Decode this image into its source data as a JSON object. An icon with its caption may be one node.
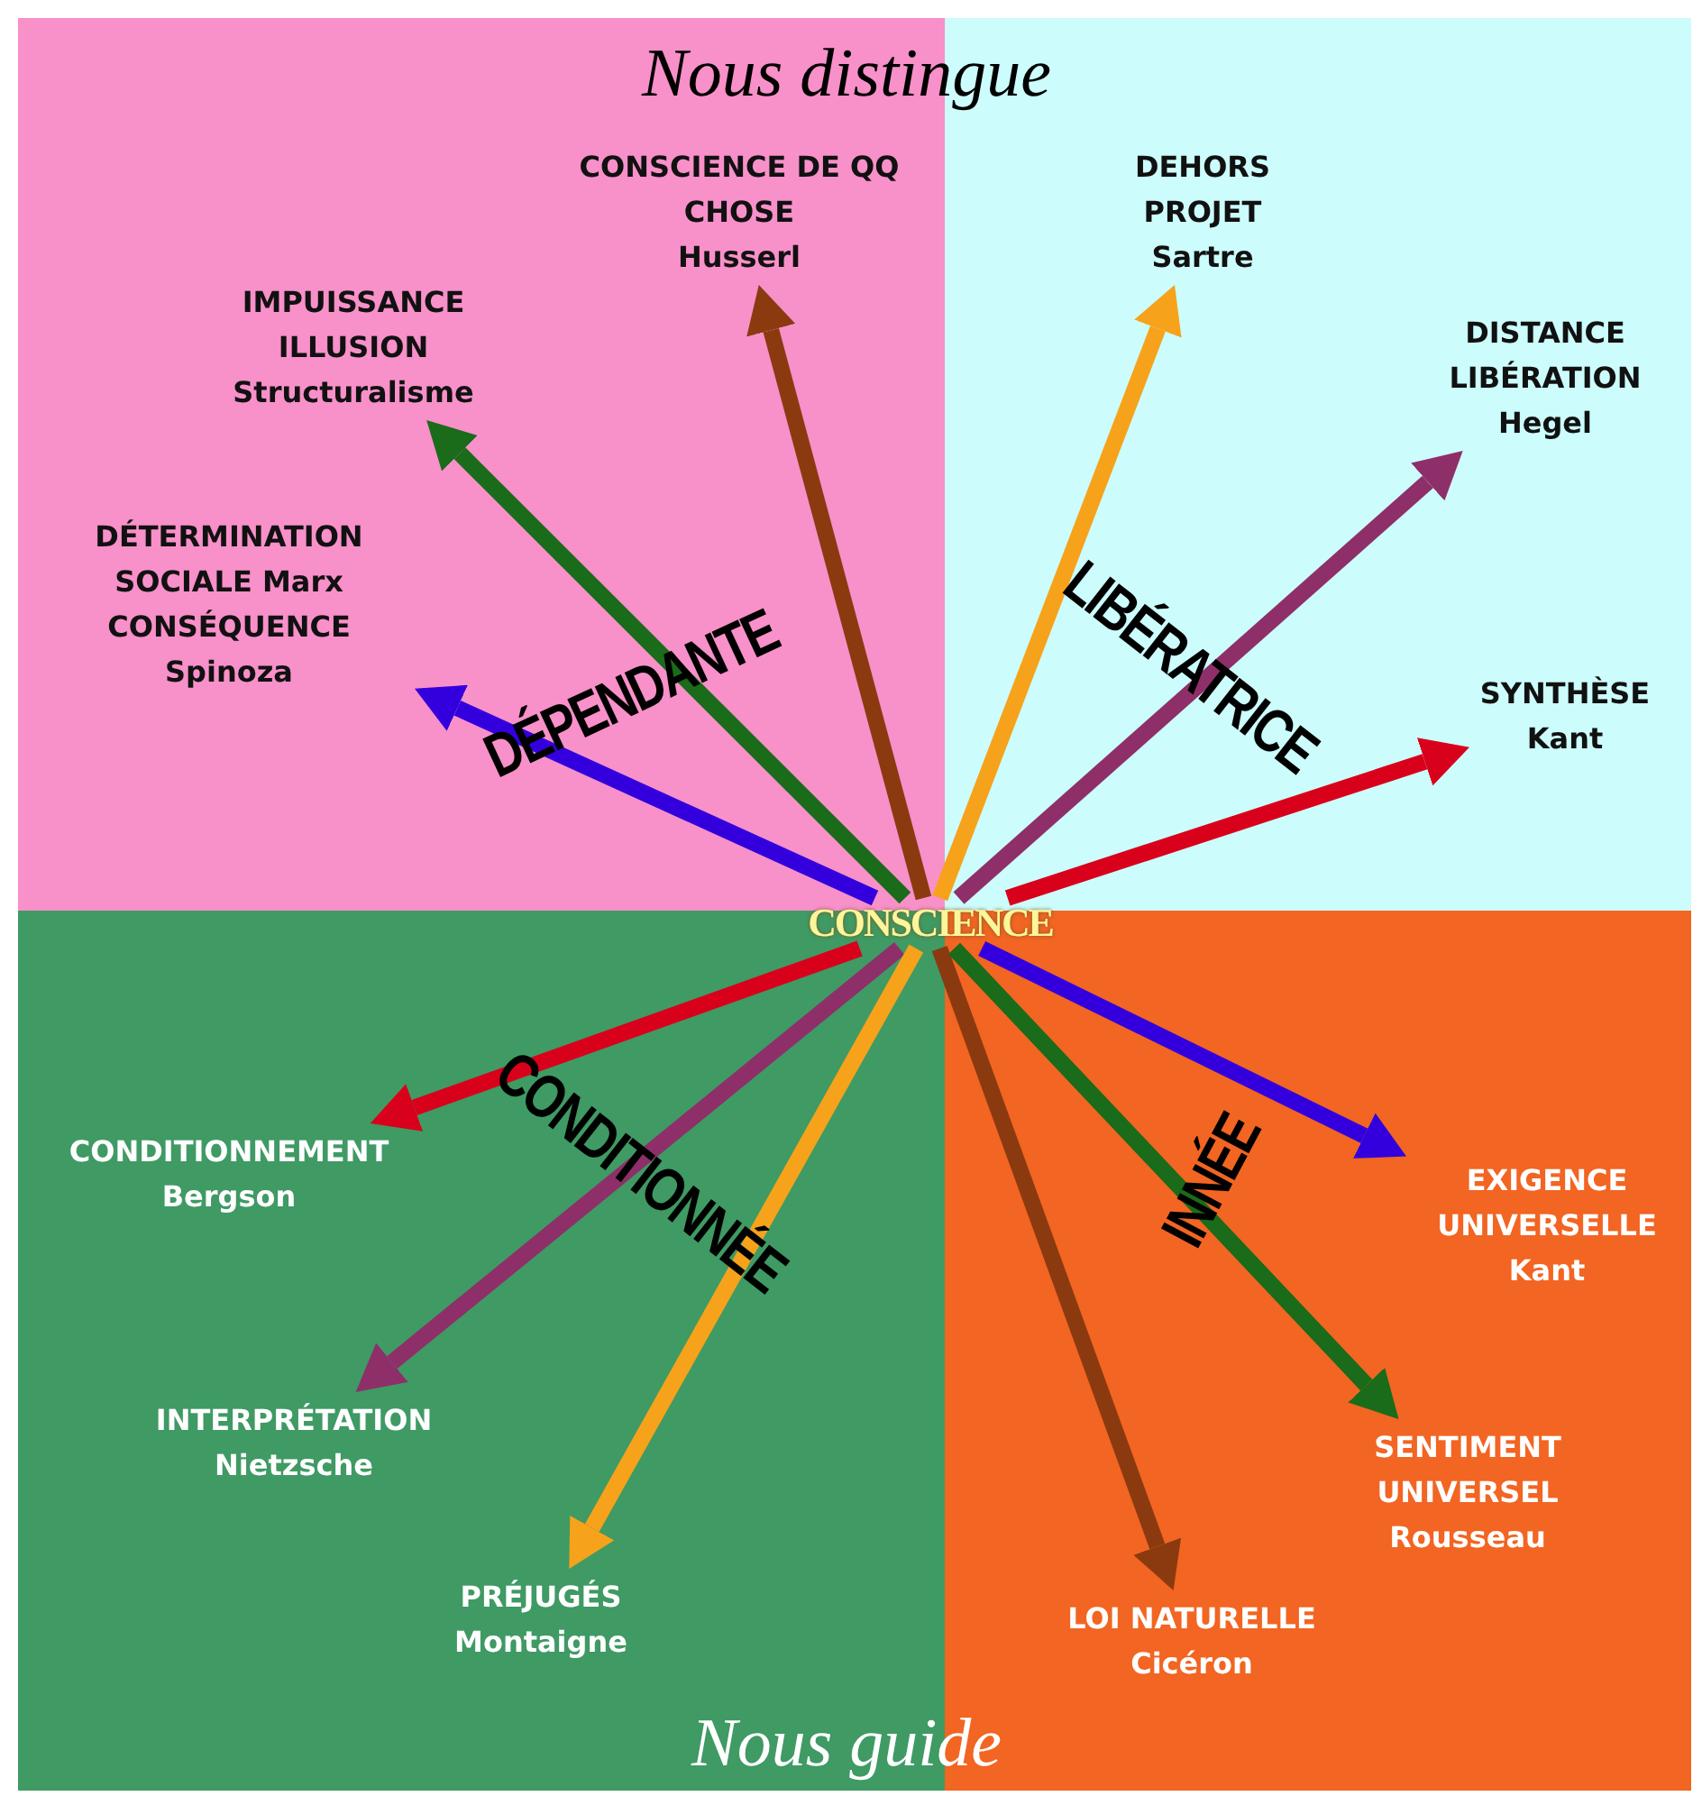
{
  "diagram": {
    "nodes": [
      {
        "text": [
          "DÉPENDANTE"
        ]
      },
      {
        "text": [
          "LIBÉRATRICE"
        ]
      },
      {
        "text": [
          "CONDITIONNÉE"
        ]
      },
      {
        "text": [
          "INNÉE"
        ]
      },
      {
        "text": [
          "CONSCIENCE"
        ]
      },
      {
        "text": [
          "CONSCIENCE DE QQ CHOSE",
          "Husserl"
        ],
        "in": 0
      },
      {
        "text": [
          "IMPUISSANCE ILLUSION",
          "Structuralisme"
        ],
        "in": 0
      },
      {
        "text": [
          "DÉTERMINATION SOCIALE Marx",
          "CONSÉQUENCE",
          "Spinoza"
        ],
        "in": 0
      },
      {
        "text": [
          "DEHORS PROJET",
          "Sartre"
        ],
        "in": 1
      },
      {
        "text": [
          "DISTANCE LIBÉRATION",
          "Hegel"
        ],
        "in": 1
      },
      {
        "text": [
          "SYNTHÈSE",
          "Kant"
        ],
        "in": 1
      },
      {
        "text": [
          "CONDITIONNEMENT",
          "Bergson"
        ],
        "in": 2
      },
      {
        "text": [
          "INTERPRÉTATION",
          "Nietzsche"
        ],
        "in": 2
      },
      {
        "text": [
          "PRÉJUGÉS",
          "Montaigne"
        ],
        "in": 2
      },
      {
        "text": [
          "LOI NATURELLE",
          "Cicéron"
        ],
        "in": 3
      },
      {
        "text": [
          "SENTIMENT UNIVERSEL",
          "Rousseau"
        ],
        "in": 3
      },
      {
        "text": [
          "EXIGENCE UNIVERSELLE",
          "Kant"
        ],
        "in": 3
      }
    ],
    "edges": [
      {
        "from": 4,
        "to": 5,
        "arrow": "to",
        "color": "#8b3a10"
      },
      {
        "from": 4,
        "to": 6,
        "arrow": "to",
        "color": "#1a6b1a"
      },
      {
        "from": 4,
        "to": 7,
        "arrow": "to",
        "color": "#3300dd"
      },
      {
        "from": 4,
        "to": 8,
        "arrow": "to",
        "color": "#f7a21b"
      },
      {
        "from": 4,
        "to": 9,
        "arrow": "to",
        "color": "#8e2f6a"
      },
      {
        "from": 4,
        "to": 10,
        "arrow": "to",
        "color": "#d9001b"
      },
      {
        "from": 4,
        "to": 11,
        "arrow": "to",
        "color": "#d9001b"
      },
      {
        "from": 4,
        "to": 12,
        "arrow": "to",
        "color": "#8e2f6a"
      },
      {
        "from": 4,
        "to": 13,
        "arrow": "to",
        "color": "#f7a21b"
      },
      {
        "from": 4,
        "to": 14,
        "arrow": "to",
        "color": "#8b3a10"
      },
      {
        "from": 4,
        "to": 15,
        "arrow": "to",
        "color": "#1a6b1a"
      },
      {
        "from": 4,
        "to": 16,
        "arrow": "to",
        "color": "#3300dd"
      }
    ],
    "labels": [
      "Nous distingue",
      "Nous guide"
    ]
  }
}
